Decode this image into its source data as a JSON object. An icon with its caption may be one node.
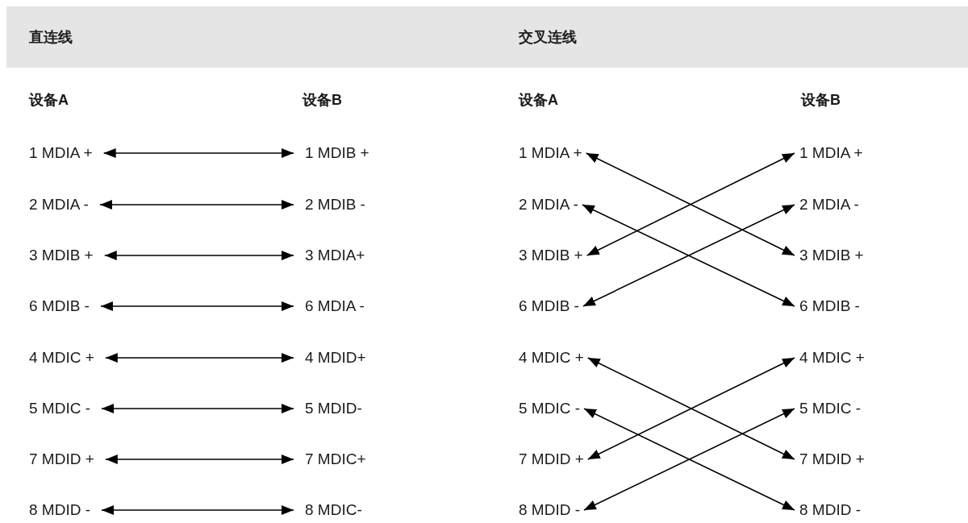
{
  "diagram": {
    "nodes": [
      {
        "text": [
          "直连线",
          "交叉连线"
        ]
      },
      {
        "text": [
          "1 MDIA +"
        ]
      },
      {
        "text": [
          "2 MDIA -"
        ]
      },
      {
        "text": [
          "3 MDIB +"
        ]
      },
      {
        "text": [
          "6 MDIB -"
        ]
      },
      {
        "text": [
          "4 MDIC +"
        ]
      },
      {
        "text": [
          "5 MDIC -"
        ]
      },
      {
        "text": [
          "7 MDID +"
        ]
      },
      {
        "text": [
          "8 MDID -"
        ]
      },
      {
        "text": [
          "1 MDIB +"
        ]
      },
      {
        "text": [
          "2 MDIB -"
        ]
      },
      {
        "text": [
          "3 MDIA+"
        ]
      },
      {
        "text": [
          "6 MDIA -"
        ]
      },
      {
        "text": [
          "4 MDID+"
        ]
      },
      {
        "text": [
          "5 MDID-"
        ]
      },
      {
        "text": [
          "7 MDIC+"
        ]
      },
      {
        "text": [
          "8 MDIC-"
        ]
      },
      {
        "text": [
          "1 MDIA +"
        ]
      },
      {
        "text": [
          "2 MDIA -"
        ]
      },
      {
        "text": [
          "3 MDIB +"
        ]
      },
      {
        "text": [
          "6 MDIB -"
        ]
      },
      {
        "text": [
          "4 MDIC +"
        ]
      },
      {
        "text": [
          "5 MDIC -"
        ]
      },
      {
        "text": [
          "7 MDID +"
        ]
      },
      {
        "text": [
          "8 MDID -"
        ]
      },
      {
        "text": [
          "1 MDIA +"
        ]
      },
      {
        "text": [
          "2 MDIA -"
        ]
      },
      {
        "text": [
          "3 MDIB +"
        ]
      },
      {
        "text": [
          "6 MDIB -"
        ]
      },
      {
        "text": [
          "4 MDIC +"
        ]
      },
      {
        "text": [
          "5 MDIC -"
        ]
      },
      {
        "text": [
          "7 MDID +"
        ]
      },
      {
        "text": [
          "8 MDID -"
        ]
      }
    ],
    "edges": [
      {
        "from": 1,
        "to": 9,
        "arrow": "both"
      },
      {
        "from": 2,
        "to": 10,
        "arrow": "both"
      },
      {
        "from": 3,
        "to": 11,
        "arrow": "both"
      },
      {
        "from": 4,
        "to": 12,
        "arrow": "both"
      },
      {
        "from": 5,
        "to": 13,
        "arrow": "both"
      },
      {
        "from": 6,
        "to": 14,
        "arrow": "both"
      },
      {
        "from": 7,
        "to": 15,
        "arrow": "both"
      },
      {
        "from": 8,
        "to": 16,
        "arrow": "both"
      },
      {
        "from": 17,
        "to": 27,
        "arrow": "both"
      },
      {
        "from": 18,
        "to": 28,
        "arrow": "both"
      },
      {
        "from": 19,
        "to": 25,
        "arrow": "both"
      },
      {
        "from": 20,
        "to": 26,
        "arrow": "both"
      },
      {
        "from": 21,
        "to": 31,
        "arrow": "both"
      },
      {
        "from": 22,
        "to": 32,
        "arrow": "both"
      },
      {
        "from": 23,
        "to": 29,
        "arrow": "both"
      },
      {
        "from": 24,
        "to": 30,
        "arrow": "both"
      }
    ],
    "labels": [
      "设备A",
      "设备B",
      "设备A",
      "设备B"
    ]
  }
}
